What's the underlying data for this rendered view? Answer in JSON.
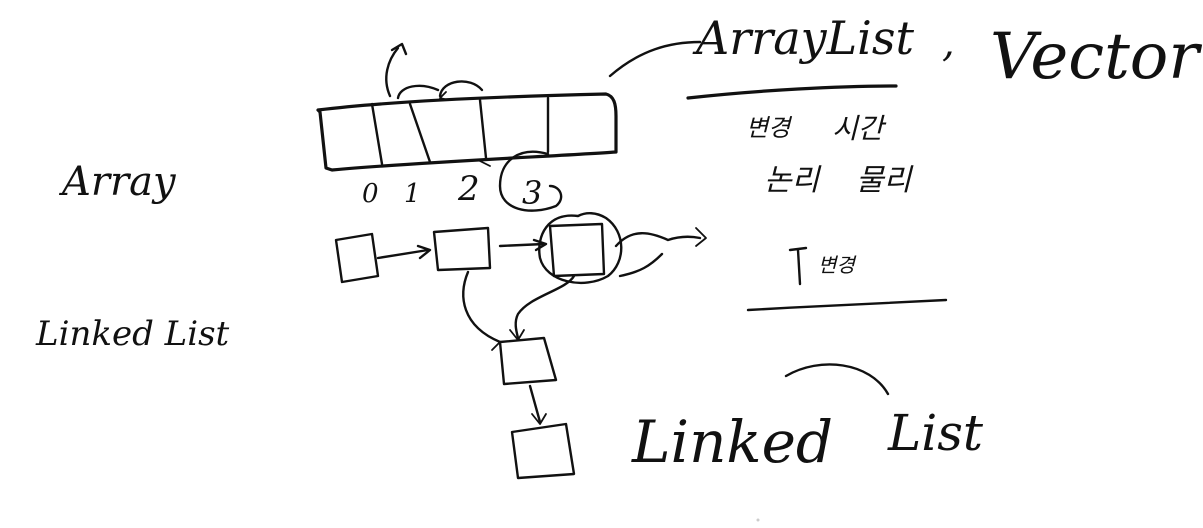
{
  "labels": {
    "array": "Array",
    "linked_list_left": "Linked List",
    "arraylist": "ArrayList",
    "comma": ",",
    "vector": "Vector",
    "korean_row1_a": "변경",
    "korean_row1_b": "시간",
    "korean_row2_a": "논리",
    "korean_row2_b": "물리",
    "korean_bracket_note": "변경",
    "linked_title_a": "Linked",
    "linked_title_b": "List"
  },
  "array_indices": [
    "0",
    "1",
    "2",
    "3"
  ],
  "colors": {
    "ink": "#111111",
    "background": "#ffffff"
  }
}
